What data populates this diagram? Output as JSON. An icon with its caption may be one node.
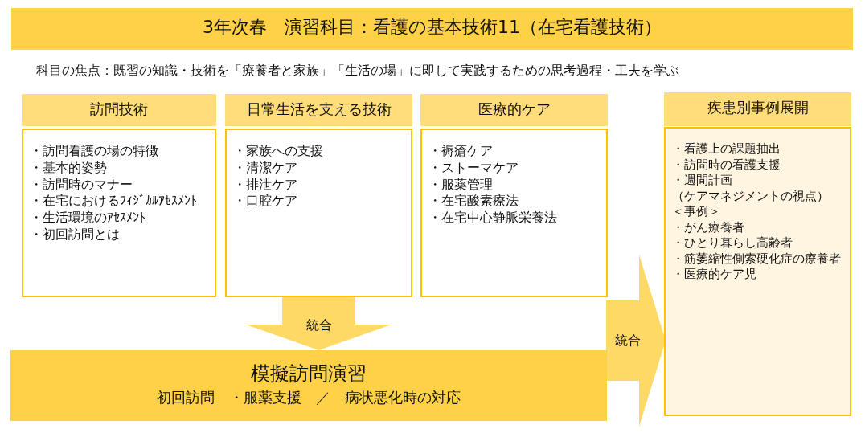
{
  "diagram": {
    "nodes": [
      {
        "text": [
          "3年次春　演習科目：看護の基本技術11（在宅看護技術）"
        ]
      },
      {
        "text": [
          "訪問技術"
        ]
      },
      {
        "text": [
          "・訪問看護の場の特徴",
          "・基本的姿勢",
          "・訪問時のマナー",
          "・在宅におけるﾌｨｼﾞｶﾙｱｾｽﾒﾝﾄ",
          "・生活環境のｱｾｽﾒﾝﾄ",
          "・初回訪問とは"
        ]
      },
      {
        "text": [
          "日常生活を支える技術"
        ]
      },
      {
        "text": [
          "・家族への支援",
          "・清潔ケア",
          "・排泄ケア",
          "・口腔ケア"
        ]
      },
      {
        "text": [
          "医療的ケア"
        ]
      },
      {
        "text": [
          "・褥瘡ケア",
          "・ストーマケア",
          "・服薬管理",
          "・在宅酸素療法",
          "・在宅中心静脈栄養法"
        ]
      },
      {
        "text": [
          "疾患別事例展開"
        ]
      },
      {
        "text": [
          "・看護上の課題抽出",
          "・訪問時の看護支援",
          "・週間計画",
          "（ケアマネジメントの視点）",
          "＜事例＞",
          "・がん療養者",
          "・ひとり暮らし高齢者",
          "・筋萎縮性側索硬化症の療養者",
          "・医療的ケア児"
        ]
      },
      {
        "text": [
          "模擬訪問演習",
          "初回訪問　・服薬支援　／　病状悪化時の対応"
        ]
      }
    ],
    "edges": [
      {
        "from": 4,
        "to": 9,
        "arrow": "to",
        "label": "統合"
      },
      {
        "from": 9,
        "to": 8,
        "arrow": "to",
        "label": "統合"
      }
    ],
    "labels": [
      "科目の焦点：既習の知識・技術を「療養者と家族」「生活の場」に即して実践するための思考過程・工夫を学ぶ"
    ]
  }
}
